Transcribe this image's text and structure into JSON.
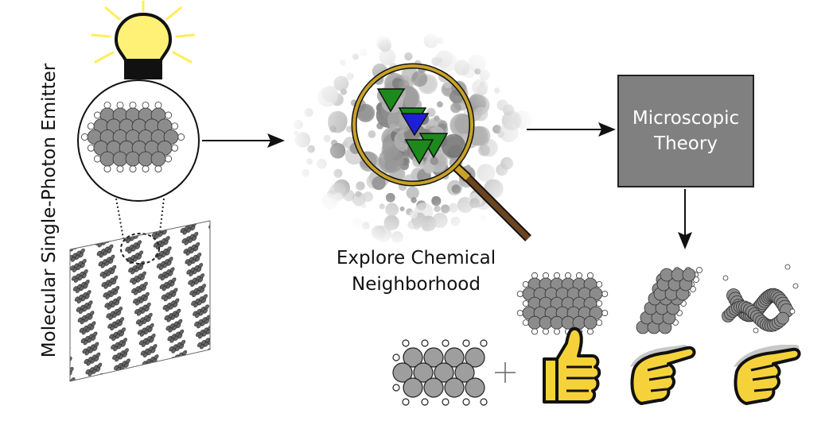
{
  "left_label": "Molecular Single-Photon Emitter",
  "center_label": {
    "line1": "Explore Chemical",
    "line2": "Neighborhood"
  },
  "theory_box": {
    "line1": "Microscopic",
    "line2": "Theory"
  },
  "colors": {
    "bulb": "#fff176",
    "bulb_rays": "#fff59d",
    "atom": "#9e9e9e",
    "marker_green": "#1b8a1b",
    "marker_blue": "#1f1fd6",
    "lens_rim": "#c9a227",
    "handle": "#6b4420",
    "box": "#808080",
    "hand": "#f6d23a"
  },
  "icons": [
    "light-bulb-icon",
    "magnifying-glass-icon",
    "thumbs-up-icon",
    "pointing-hand-icon"
  ]
}
